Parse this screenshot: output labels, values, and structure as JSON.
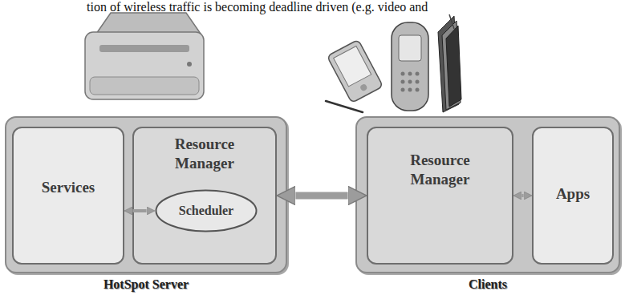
{
  "diagram": {
    "nodes": [
      {
        "text": [
          "HotSpot Server"
        ]
      },
      {
        "text": [
          "Services"
        ],
        "in": 0
      },
      {
        "text": [
          "Resource Manager"
        ],
        "in": 0
      },
      {
        "text": [
          "Scheduler"
        ],
        "in": 2
      },
      {
        "text": [
          "Clients"
        ]
      },
      {
        "text": [
          "Resource Manager"
        ],
        "in": 4
      },
      {
        "text": [
          "Apps"
        ],
        "in": 4
      }
    ],
    "edges": [
      {
        "from": 1,
        "to": 3,
        "arrow": "both"
      },
      {
        "from": 2,
        "to": 5,
        "arrow": "both"
      },
      {
        "from": 5,
        "to": 6,
        "arrow": "both"
      }
    ],
    "labels": [
      "tion of wireless traffic is becoming deadline driven (e.g. video and"
    ]
  }
}
